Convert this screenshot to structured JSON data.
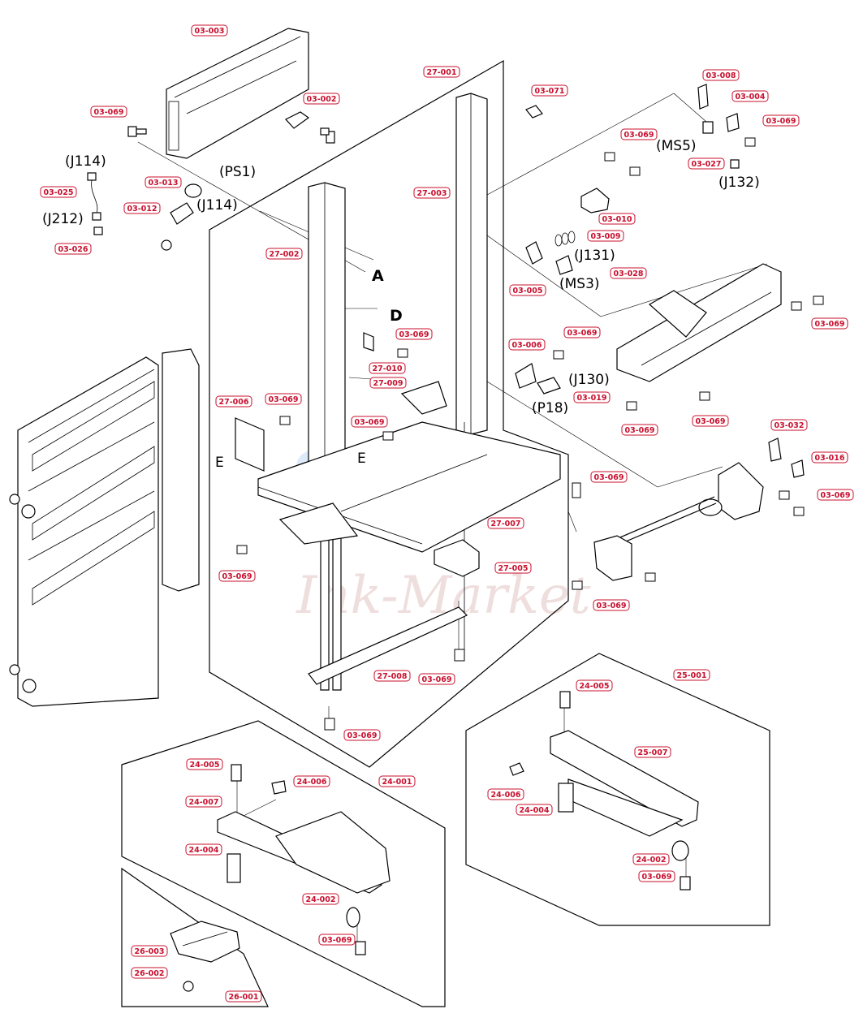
{
  "watermark": "Ink-Market",
  "callouts": [
    {
      "id": "c1",
      "text": "03-003"
    },
    {
      "id": "c2",
      "text": "03-002"
    },
    {
      "id": "c3",
      "text": "03-069"
    },
    {
      "id": "c4",
      "text": "03-013"
    },
    {
      "id": "c5",
      "text": "03-012"
    },
    {
      "id": "c6",
      "text": "03-025"
    },
    {
      "id": "c7",
      "text": "03-026"
    },
    {
      "id": "c8",
      "text": "27-001"
    },
    {
      "id": "c9",
      "text": "03-071"
    },
    {
      "id": "c10",
      "text": "03-008"
    },
    {
      "id": "c11",
      "text": "03-004"
    },
    {
      "id": "c12",
      "text": "03-069"
    },
    {
      "id": "c13",
      "text": "03-069"
    },
    {
      "id": "c14",
      "text": "03-027"
    },
    {
      "id": "c15",
      "text": "27-003"
    },
    {
      "id": "c16",
      "text": "03-010"
    },
    {
      "id": "c17",
      "text": "03-009"
    },
    {
      "id": "c18",
      "text": "03-005"
    },
    {
      "id": "c19",
      "text": "03-028"
    },
    {
      "id": "c20",
      "text": "27-002"
    },
    {
      "id": "c21",
      "text": "03-069"
    },
    {
      "id": "c22",
      "text": "27-010"
    },
    {
      "id": "c23",
      "text": "27-009"
    },
    {
      "id": "c24",
      "text": "03-006"
    },
    {
      "id": "c25",
      "text": "03-069"
    },
    {
      "id": "c26",
      "text": "03-019"
    },
    {
      "id": "c27",
      "text": "03-069"
    },
    {
      "id": "c28",
      "text": "03-069"
    },
    {
      "id": "c29",
      "text": "03-069"
    },
    {
      "id": "c30",
      "text": "27-006"
    },
    {
      "id": "c31",
      "text": "03-069"
    },
    {
      "id": "c32",
      "text": "03-069"
    },
    {
      "id": "c33",
      "text": "03-032"
    },
    {
      "id": "c34",
      "text": "03-016"
    },
    {
      "id": "c35",
      "text": "03-069"
    },
    {
      "id": "c36",
      "text": "03-069"
    },
    {
      "id": "c37",
      "text": "27-007"
    },
    {
      "id": "c38",
      "text": "27-005"
    },
    {
      "id": "c39",
      "text": "03-069"
    },
    {
      "id": "c40",
      "text": "03-069"
    },
    {
      "id": "c41",
      "text": "27-008"
    },
    {
      "id": "c42",
      "text": "03-069"
    },
    {
      "id": "c43",
      "text": "03-069"
    },
    {
      "id": "c44",
      "text": "25-001"
    },
    {
      "id": "c45",
      "text": "24-005"
    },
    {
      "id": "c46",
      "text": "25-007"
    },
    {
      "id": "c47",
      "text": "24-006"
    },
    {
      "id": "c48",
      "text": "24-004"
    },
    {
      "id": "c49",
      "text": "24-002"
    },
    {
      "id": "c50",
      "text": "03-069"
    },
    {
      "id": "c51",
      "text": "24-005"
    },
    {
      "id": "c52",
      "text": "24-006"
    },
    {
      "id": "c53",
      "text": "24-001"
    },
    {
      "id": "c54",
      "text": "24-007"
    },
    {
      "id": "c55",
      "text": "24-004"
    },
    {
      "id": "c56",
      "text": "24-002"
    },
    {
      "id": "c57",
      "text": "03-069"
    },
    {
      "id": "c58",
      "text": "26-003"
    },
    {
      "id": "c59",
      "text": "26-002"
    },
    {
      "id": "c60",
      "text": "26-001"
    }
  ],
  "captions": [
    {
      "id": "t1",
      "text": "(J114)"
    },
    {
      "id": "t2",
      "text": "(J212)"
    },
    {
      "id": "t3",
      "text": "(PS1)"
    },
    {
      "id": "t4",
      "text": "(J114)"
    },
    {
      "id": "t5",
      "text": "A"
    },
    {
      "id": "t6",
      "text": "D"
    },
    {
      "id": "t7",
      "text": "E"
    },
    {
      "id": "t8",
      "text": "E"
    },
    {
      "id": "t9",
      "text": "(MS5)"
    },
    {
      "id": "t10",
      "text": "(J132)"
    },
    {
      "id": "t11",
      "text": "(J131)"
    },
    {
      "id": "t12",
      "text": "(MS3)"
    },
    {
      "id": "t13",
      "text": "(J130)"
    },
    {
      "id": "t14",
      "text": "(P18)"
    }
  ]
}
